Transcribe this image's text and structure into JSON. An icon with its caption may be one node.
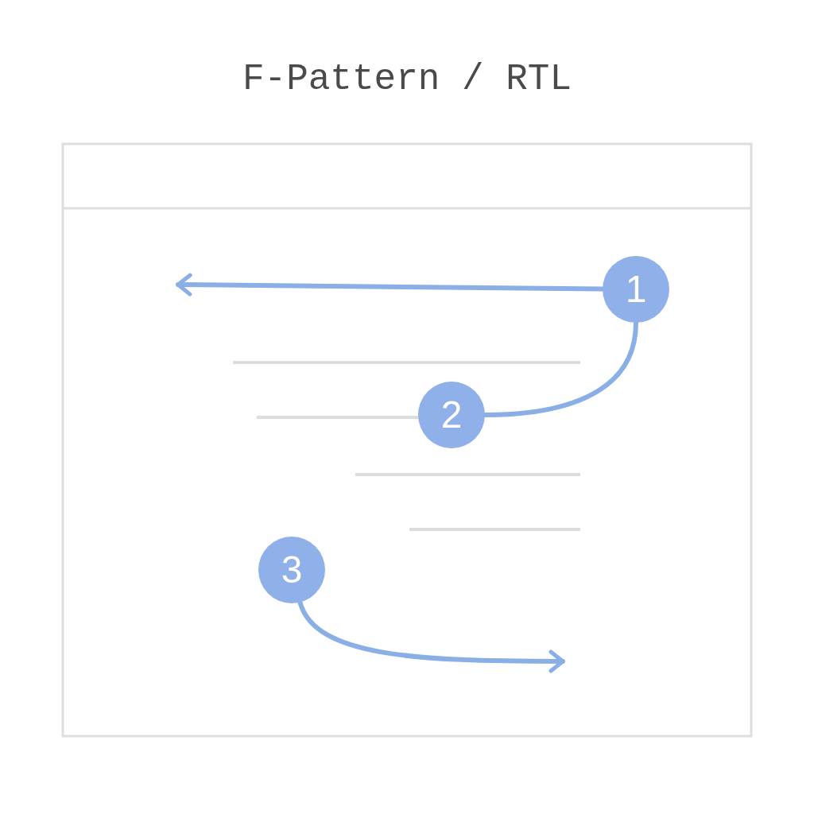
{
  "diagram": {
    "title": "F-Pattern / RTL",
    "nodes": [
      {
        "text": [
          "1"
        ]
      },
      {
        "text": [
          "2"
        ]
      },
      {
        "text": [
          "3"
        ]
      }
    ],
    "edges": [
      {
        "from": 0,
        "to": null,
        "arrow": "to"
      },
      {
        "from": 0,
        "to": 1,
        "arrow": "none"
      },
      {
        "from": 2,
        "to": null,
        "arrow": "to"
      }
    ]
  }
}
